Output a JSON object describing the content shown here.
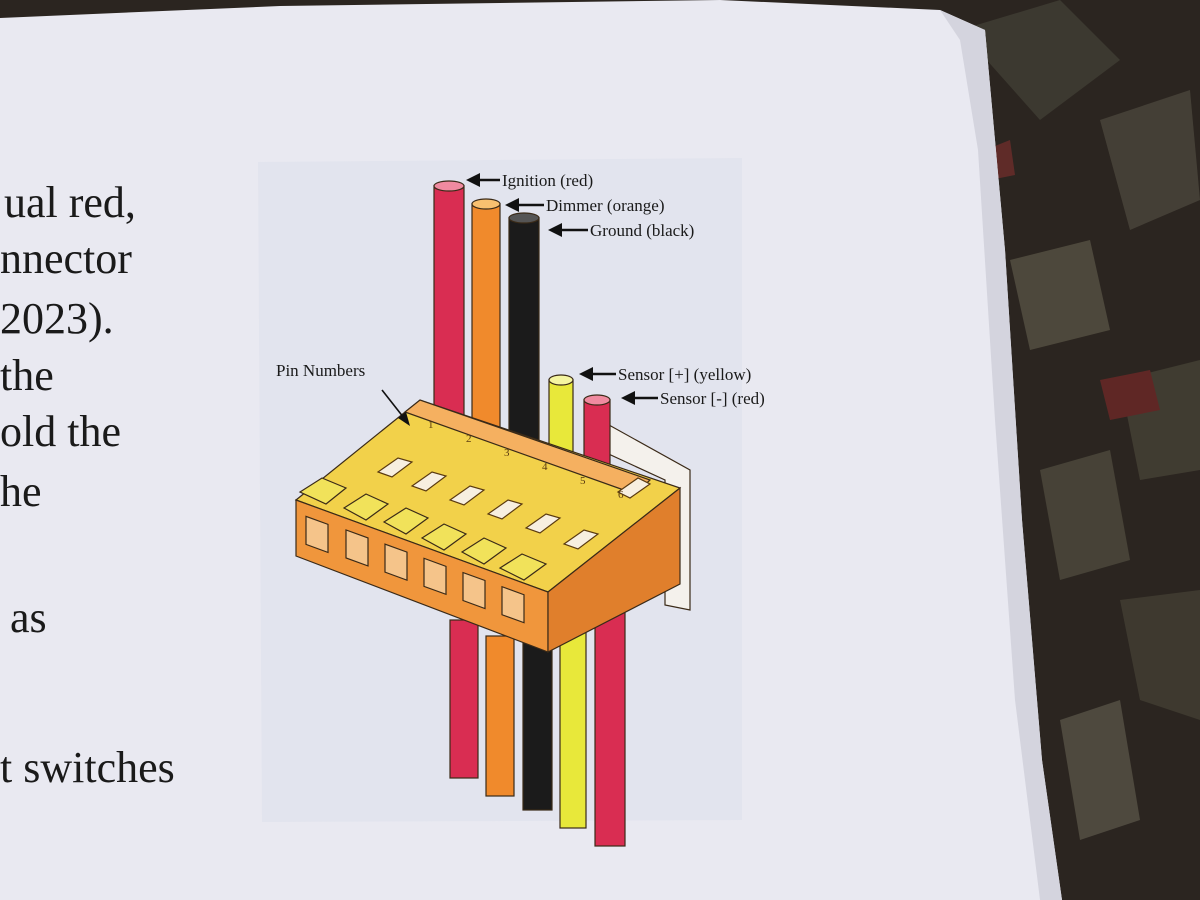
{
  "page_text": {
    "lines": [
      "ual red,",
      "nnector",
      "2023).",
      " the",
      "old the",
      "he",
      "as",
      "t switches"
    ]
  },
  "diagram": {
    "pin_numbers_label": "Pin Numbers",
    "wire_labels": [
      {
        "id": "ignition",
        "text": "Ignition (red)",
        "color": "#d92d52"
      },
      {
        "id": "dimmer",
        "text": "Dimmer (orange)",
        "color": "#f08a2c"
      },
      {
        "id": "ground",
        "text": "Ground (black)",
        "color": "#1b1b1b"
      },
      {
        "id": "sensor-pos",
        "text": "Sensor [+] (yellow)",
        "color": "#e8e83a"
      },
      {
        "id": "sensor-neg",
        "text": "Sensor [-] (red)",
        "color": "#d92d52"
      }
    ],
    "pin_marks": [
      "1",
      "2",
      "3",
      "4",
      "5",
      "6"
    ],
    "colors": {
      "connector_body": "#f0963c",
      "connector_top": "#f2d14a",
      "latch": "#f1e25a",
      "paper": "#e9e9f1",
      "backdrop": "#2b2520"
    }
  }
}
